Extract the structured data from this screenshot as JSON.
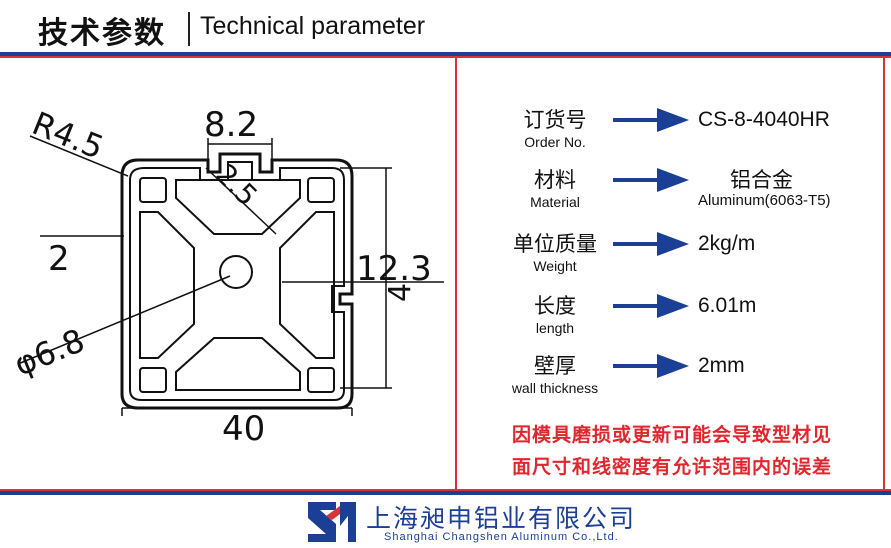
{
  "header": {
    "title_cn": "技术参数",
    "title_en": "Technical parameter"
  },
  "drawing": {
    "dim_top": "8.2",
    "dim_radius": "R4.5",
    "dim_slot_depth": "2.5",
    "dim_wall_left": "2",
    "dim_right_a": "12.3",
    "dim_right_b": "4",
    "dim_bore": "φ6.8",
    "dim_width": "40"
  },
  "specs": [
    {
      "label_cn": "订货号",
      "label_en": "Order No.",
      "value": "CS-8-4040HR"
    },
    {
      "label_cn": "材料",
      "label_en": "Material",
      "value_cn": "铝合金",
      "value": "Aluminum(6063-T5)"
    },
    {
      "label_cn": "单位质量",
      "label_en": "Weight",
      "value": "2kg/m"
    },
    {
      "label_cn": "长度",
      "label_en": "length",
      "value": "6.01m"
    },
    {
      "label_cn": "壁厚",
      "label_en": "wall thickness",
      "value": "2mm"
    }
  ],
  "note": {
    "line1": "因模具磨损或更新可能会导致型材见",
    "line2": "面尺寸和线密度有允许范围内的误差"
  },
  "footer": {
    "company_cn": "上海昶申铝业有限公司",
    "company_en": "Shanghai Changshen Aluminum Co.,Ltd."
  },
  "colors": {
    "brand_blue": "#1b3f94",
    "accent_red": "#d8323a"
  }
}
